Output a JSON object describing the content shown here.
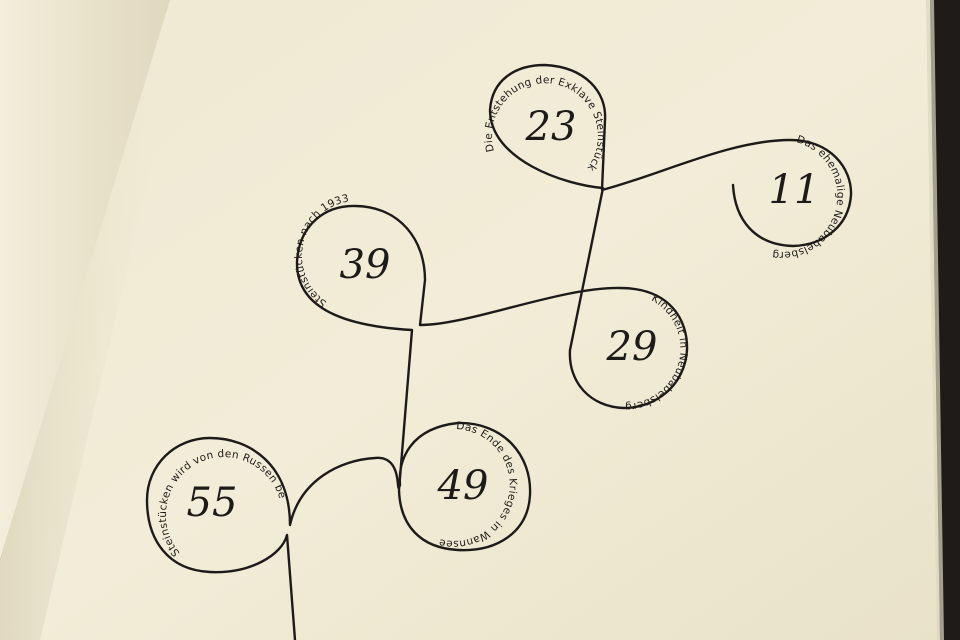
{
  "chapters": [
    {
      "number": "23",
      "title": "Die Entstehung der Exklave Steinstücken"
    },
    {
      "number": "11",
      "title": "Das ehemalige Neubabelsberg"
    },
    {
      "number": "39",
      "title": "Steinstücken nach 1933"
    },
    {
      "number": "29",
      "title": "Kindheit in Neubabelsberg"
    },
    {
      "number": "49",
      "title": "Das Ende des Krieges in Wannsee"
    },
    {
      "number": "55",
      "title": "Steinstücken wird von den Russen besetzt"
    }
  ]
}
